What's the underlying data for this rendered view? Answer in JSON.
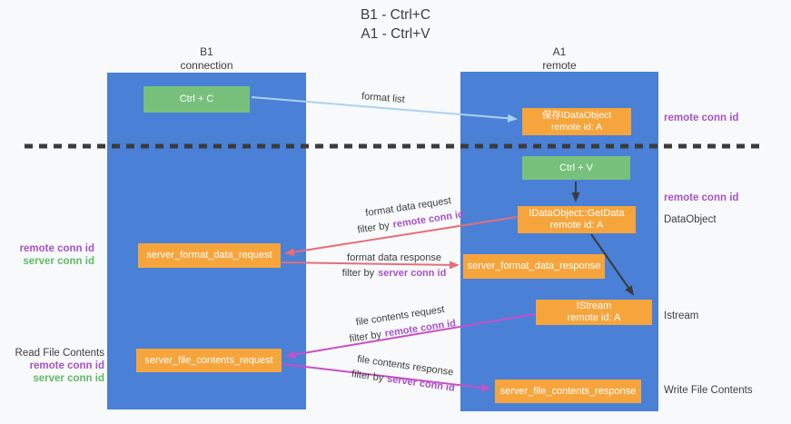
{
  "title": {
    "line1": "B1 - Ctrl+C",
    "line2": "A1 - Ctrl+V"
  },
  "lanes": {
    "left": {
      "name": "B1",
      "role": "connection"
    },
    "right": {
      "name": "A1",
      "role": "remote"
    }
  },
  "boxes": {
    "ctrl_c": {
      "label": "Ctrl + C"
    },
    "ctrl_v": {
      "label": "Ctrl + V"
    },
    "save_dataobject": {
      "line1": "保存IDataObject",
      "line2": "remote id: A"
    },
    "getdata": {
      "line1": "IDataObject::GetData",
      "line2": "remote id: A"
    },
    "istream": {
      "line1": "IStream",
      "line2": "remote id: A"
    },
    "format_request": {
      "label": "server_format_data_request"
    },
    "format_response": {
      "label": "server_format_data_response"
    },
    "file_request": {
      "label": "server_file_contents_request"
    },
    "file_response": {
      "label": "server_file_contents_response"
    }
  },
  "arrow_labels": {
    "format_list": "format list",
    "format_request": {
      "text": "format data request",
      "filter_prefix": "filter by",
      "filter_key": "remote conn id"
    },
    "format_response": {
      "text": "format data response",
      "filter_prefix": "filter by",
      "filter_key": "server conn id"
    },
    "file_request": {
      "text": "file contents request",
      "filter_prefix": "filter by",
      "filter_key": "remote conn id"
    },
    "file_response": {
      "text": "file contents response",
      "filter_prefix": "filter by",
      "filter_key": "server conn id"
    }
  },
  "side_labels": {
    "right_top_remote_conn_id": "remote conn id",
    "right_mid_remote_conn_id": "remote conn id",
    "right_dataobject": "DataObject",
    "right_istream": "Istream",
    "right_write_file_contents": "Write File Contents",
    "left_mid_remote_conn_id": "remote conn id",
    "left_mid_server_conn_id": "server conn id",
    "left_read_file_contents": "Read File Contents",
    "left_bottom_remote_conn_id": "remote conn id",
    "left_bottom_server_conn_id": "server conn id"
  },
  "colors": {
    "lane_blue": "#4a80d6",
    "box_green": "#77c17c",
    "box_orange": "#f6a53c",
    "arrow_salmon": "#e36f79",
    "arrow_magenta": "#c750c7",
    "arrow_lightblue": "#a9d2f2",
    "arrow_dark": "#3b3b3b",
    "label_purple": "#a653c4",
    "label_green": "#5fba66"
  }
}
